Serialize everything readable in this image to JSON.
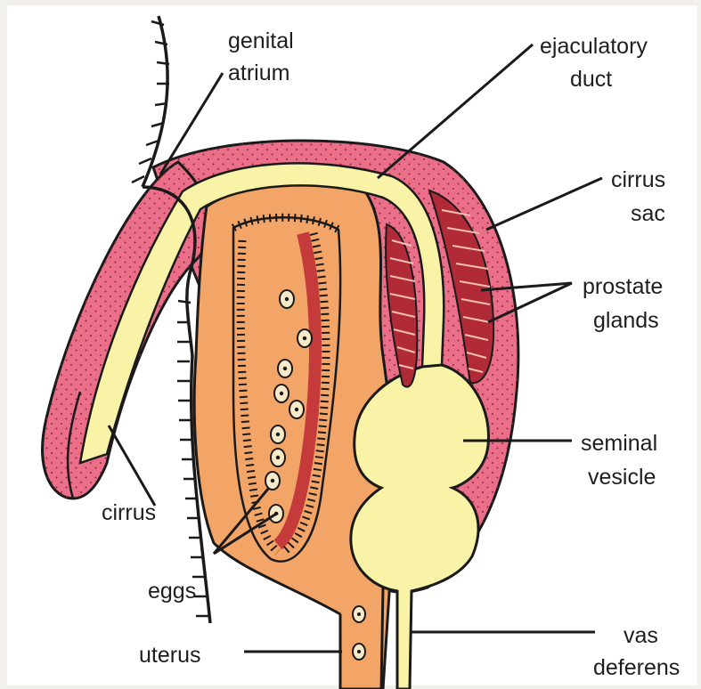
{
  "colors": {
    "background": "#f2f0ea",
    "cirrus_sac": "#ec6f8a",
    "ejaculatory_duct": "#f8f3a6",
    "tissue": "#f3a567",
    "uterus_wall": "#c53b3b",
    "outline": "#1a1a1a"
  },
  "labels": {
    "genital_atrium": [
      "genital",
      "atrium"
    ],
    "ejaculatory_duct": [
      "ejaculatory",
      "duct"
    ],
    "cirrus_sac": [
      "cirrus",
      "sac"
    ],
    "prostate_glands": [
      "prostate",
      "glands"
    ],
    "seminal_vesicle": [
      "seminal",
      "vesicle"
    ],
    "cirrus": "cirrus",
    "eggs": "eggs",
    "uterus": "uterus",
    "vas_deferens": [
      "vas",
      "deferens"
    ]
  }
}
